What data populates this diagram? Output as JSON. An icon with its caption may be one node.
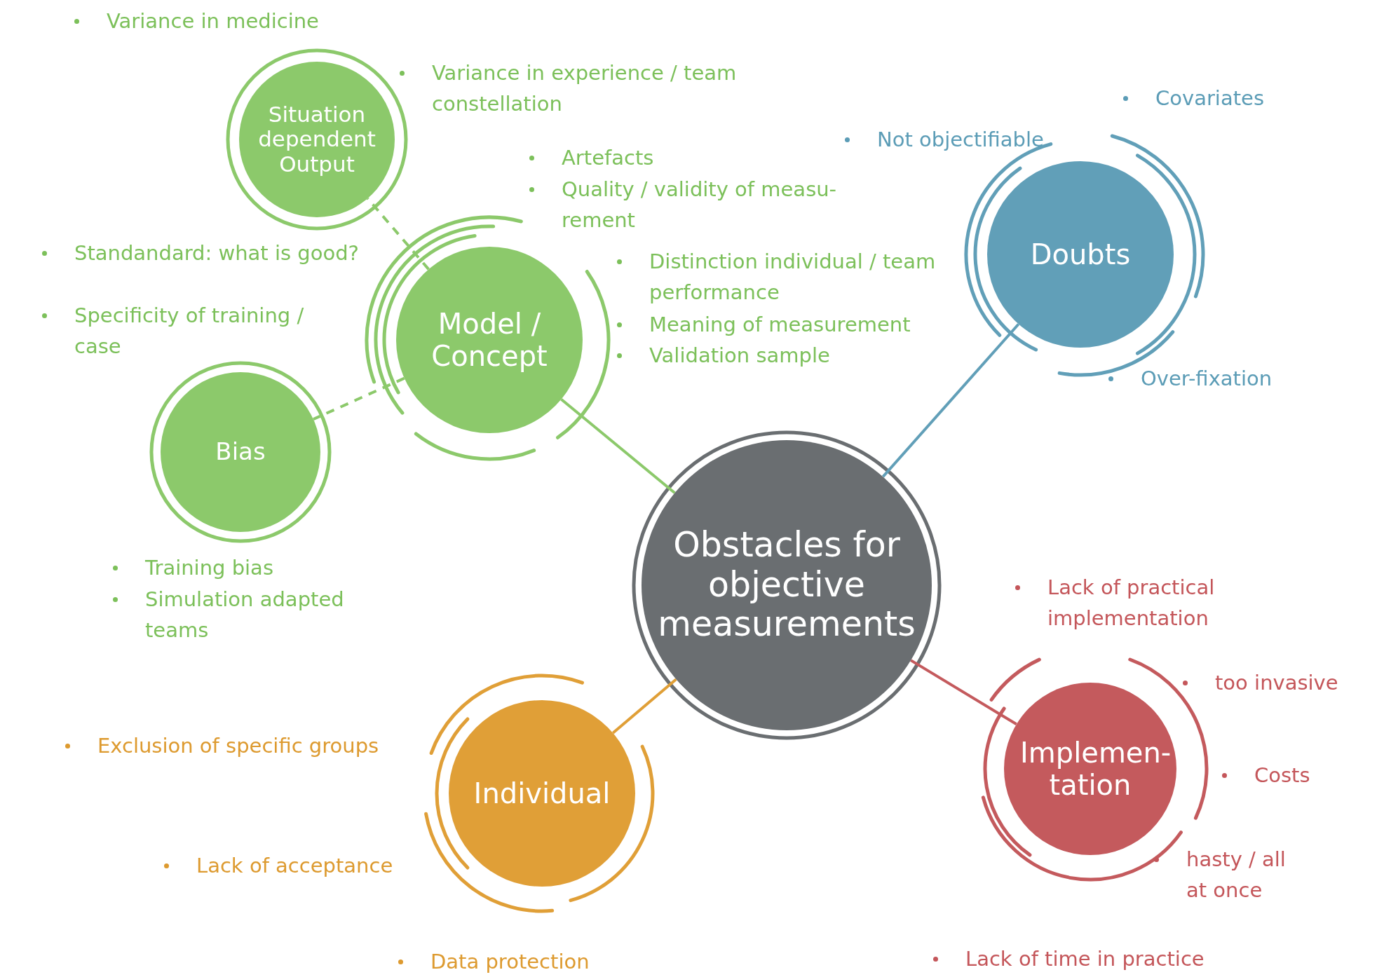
{
  "diagram": {
    "nodes": [
      {
        "text": [
          "Obstacles for objective measurements"
        ]
      },
      {
        "text": [
          "Model / Concept"
        ]
      },
      {
        "text": [
          "Situation dependent Output"
        ]
      },
      {
        "text": [
          "Bias"
        ]
      },
      {
        "text": [
          "Doubts"
        ]
      },
      {
        "text": [
          "Individual"
        ]
      },
      {
        "text": [
          "Implemen-tation"
        ]
      }
    ],
    "edges": [
      {
        "from": 0,
        "to": 1,
        "arrow": "none",
        "color": "#8cc96b"
      },
      {
        "from": 1,
        "to": 2,
        "arrow": "none",
        "style": "dashed",
        "color": "#8cc96b"
      },
      {
        "from": 1,
        "to": 3,
        "arrow": "none",
        "style": "dashed",
        "color": "#8cc96b"
      },
      {
        "from": 0,
        "to": 4,
        "arrow": "none",
        "color": "#619fb8"
      },
      {
        "from": 0,
        "to": 5,
        "arrow": "none",
        "color": "#e09f37"
      },
      {
        "from": 0,
        "to": 6,
        "arrow": "none",
        "color": "#c45a5d"
      }
    ],
    "labels": [
      "Variance in medicine",
      "Variance in experience / team constellation",
      "Covariates",
      "Not objectifiable",
      "Artefacts",
      "Quality / validity of measu-rement",
      "Standandard: what is good?",
      "Distinction individual / team performance",
      "Specificity of training / case",
      "Meaning of measurement",
      "Validation sample",
      "Over-fixation",
      "Training bias",
      "Simulation adapted teams",
      "Lack of practical implementation",
      "too invasive",
      "Exclusion of specific groups",
      "Costs",
      "Lack of acceptance",
      "hasty / all at once",
      "Lack of time in practice",
      "Data protection"
    ]
  }
}
